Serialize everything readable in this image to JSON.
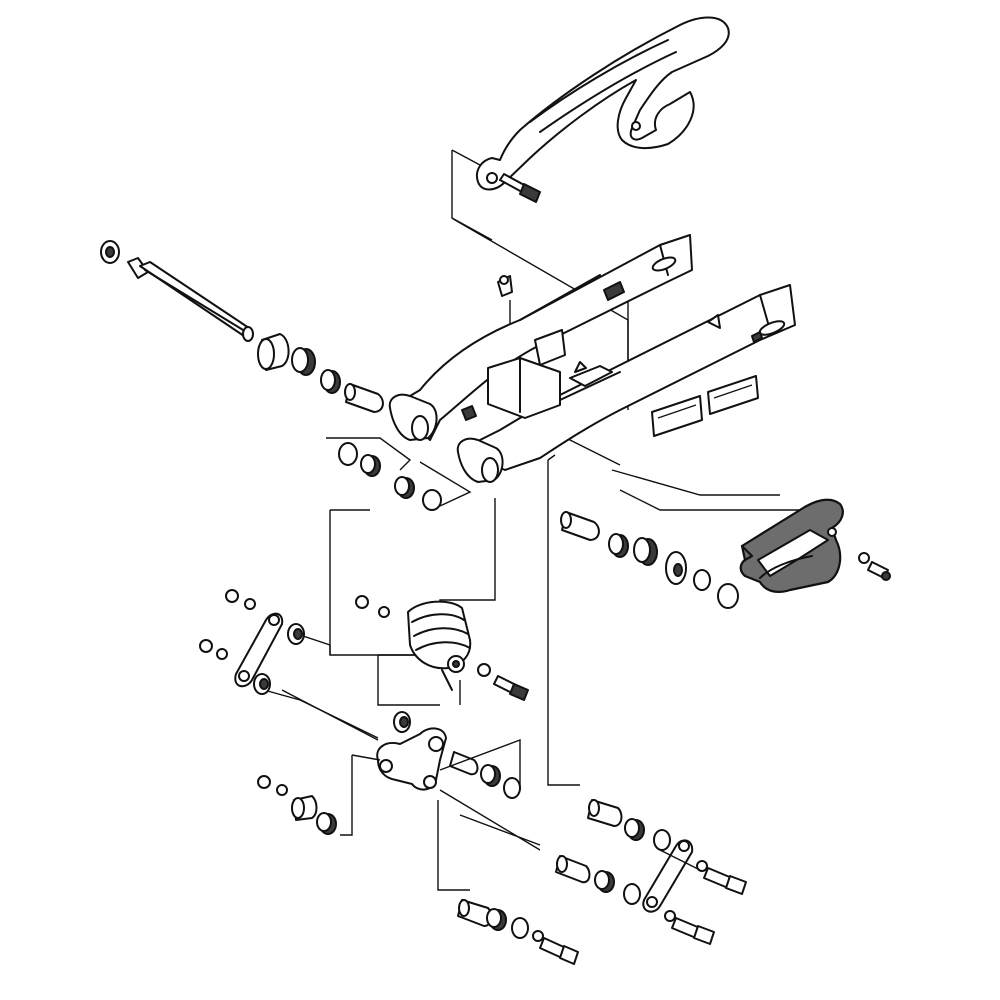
{
  "diagram": {
    "type": "exploded-parts-diagram",
    "highlighted_part_color": "#6d6d6d",
    "line_color": "#111111",
    "background": "#ffffff",
    "parts": [
      "chain-guard",
      "swingarm",
      "pivot-shaft",
      "shock-absorber",
      "relay-arm",
      "connecting-rods",
      "chain-slider",
      "bushings",
      "bearings",
      "bolts",
      "nuts"
    ]
  }
}
